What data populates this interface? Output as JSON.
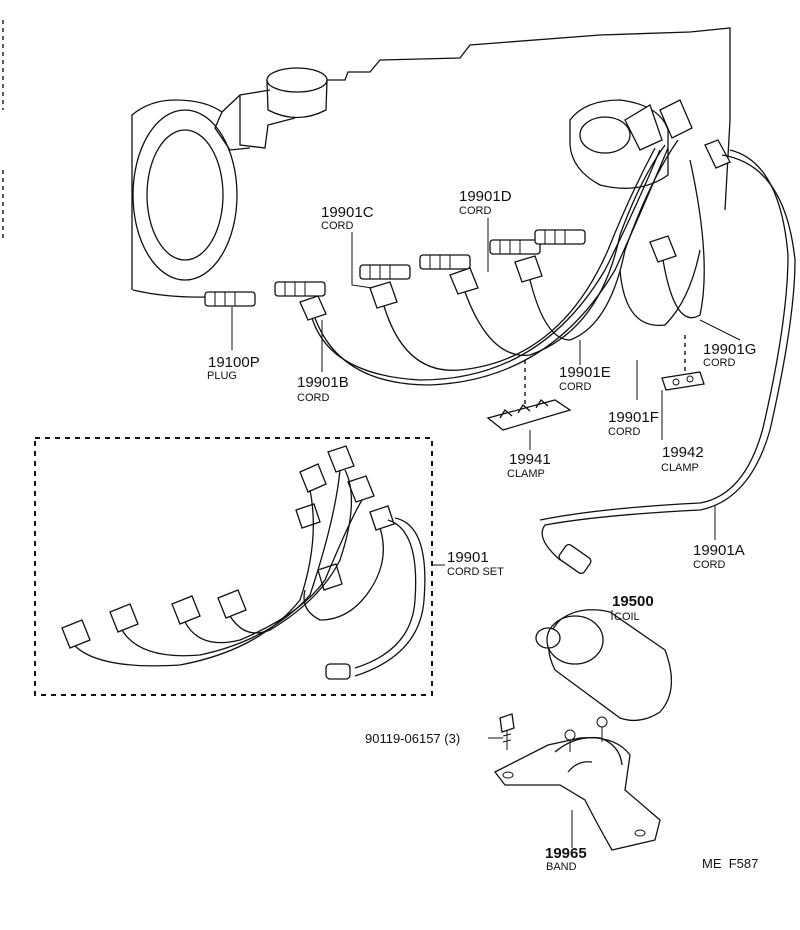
{
  "parts": [
    {
      "id": "plug",
      "number": "19100P",
      "desc": "PLUG"
    },
    {
      "id": "cord-b",
      "number": "19901B",
      "desc": "CORD"
    },
    {
      "id": "cord-c",
      "number": "19901C",
      "desc": "CORD"
    },
    {
      "id": "cord-d",
      "number": "19901D",
      "desc": "CORD"
    },
    {
      "id": "cord-e",
      "number": "19901E",
      "desc": "CORD"
    },
    {
      "id": "cord-f",
      "number": "19901F",
      "desc": "CORD"
    },
    {
      "id": "cord-g",
      "number": "19901G",
      "desc": "CORD"
    },
    {
      "id": "clamp-19941",
      "number": "19941",
      "desc": "CLAMP"
    },
    {
      "id": "clamp-19942",
      "number": "19942",
      "desc": "CLAMP"
    },
    {
      "id": "cord-set",
      "number": "19901",
      "desc": "CORD SET"
    },
    {
      "id": "cord-a",
      "number": "19901A",
      "desc": "CORD"
    },
    {
      "id": "coil",
      "number": "19500",
      "desc": "COIL"
    },
    {
      "id": "bolt",
      "number": "90119-06157 (3)",
      "desc": ""
    },
    {
      "id": "band",
      "number": "19965",
      "desc": "BAND"
    }
  ],
  "figure_code": "ME  F587"
}
